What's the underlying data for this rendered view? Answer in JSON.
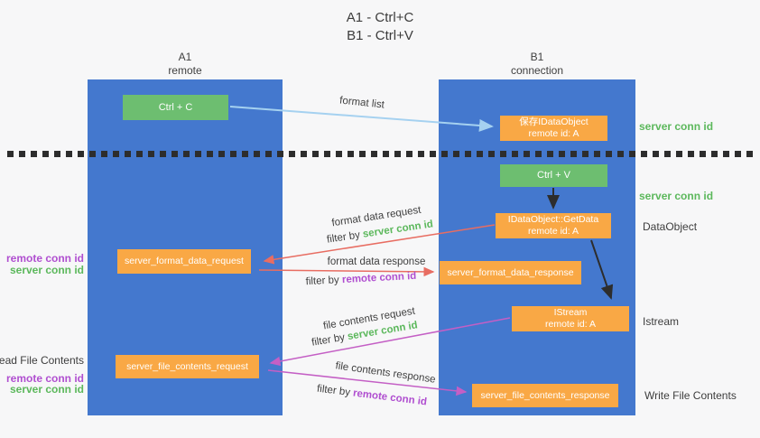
{
  "title": {
    "line1": "A1 - Ctrl+C",
    "line2": "B1 - Ctrl+V"
  },
  "columns": {
    "left": {
      "name": "A1",
      "role": "remote"
    },
    "right": {
      "name": "B1",
      "role": "connection"
    }
  },
  "boxes": {
    "ctrl_c": {
      "label": "Ctrl + C"
    },
    "save_dataobject": {
      "line1": "保存IDataObject",
      "line2": "remote id: A"
    },
    "ctrl_v": {
      "label": "Ctrl + V"
    },
    "getdata": {
      "line1": "IDataObject::GetData",
      "line2": "remote id: A"
    },
    "format_request": {
      "label": "server_format_data_request"
    },
    "format_response": {
      "label": "server_format_data_response"
    },
    "istream": {
      "line1": "IStream",
      "line2": "remote id: A"
    },
    "file_request": {
      "label": "server_file_contents_request"
    },
    "file_response": {
      "label": "server_file_contents_response"
    }
  },
  "arrows": {
    "format_list": {
      "label": "format list"
    },
    "format_data_request": {
      "label": "format data request",
      "filter_prefix": "filter by ",
      "filter_key": "server conn id"
    },
    "format_data_response": {
      "label": "format data response",
      "filter_prefix": "filter by ",
      "filter_key": "remote conn id"
    },
    "file_contents_request": {
      "label": "file contents request",
      "filter_prefix": "filter by ",
      "filter_key": "server conn id"
    },
    "file_contents_response": {
      "label": "file contents response",
      "filter_prefix": "filter by ",
      "filter_key": "remote conn id"
    }
  },
  "side_labels": {
    "right": {
      "server_conn_id_1": "server conn id",
      "server_conn_id_2": "server conn id",
      "dataobject": "DataObject",
      "istream": "Istream",
      "write_file_contents": "Write File Contents"
    },
    "left": {
      "remote_conn_id_1": "remote conn id",
      "server_conn_id_1": "server conn id",
      "read_file_contents": "Read File Contents",
      "remote_conn_id_2": "remote conn id",
      "server_conn_id_2": "server conn id"
    }
  },
  "colors": {
    "lifeline_blue": "#4478ce",
    "box_green": "#6dbe70",
    "box_orange": "#f9a845",
    "arrow_light_blue": "#a5d1f0",
    "arrow_salmon": "#e86d62",
    "arrow_magenta": "#c45fc5",
    "arrow_black": "#2d2d2d",
    "text_green": "#5cb85c",
    "text_purple": "#b04fd0",
    "text_dark": "#3d3d3d"
  }
}
